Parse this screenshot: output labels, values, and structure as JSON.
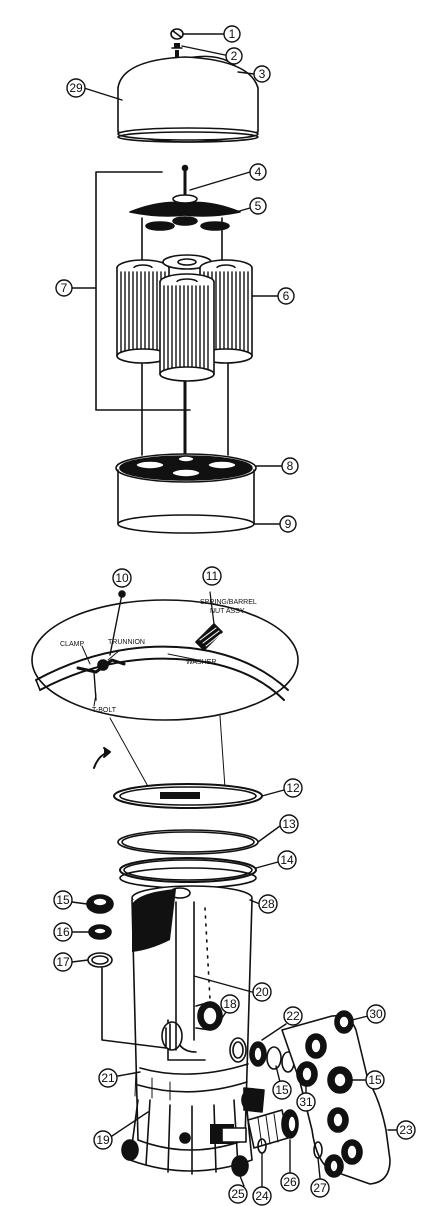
{
  "diagram": {
    "callouts": [
      "1",
      "2",
      "3",
      "4",
      "5",
      "6",
      "7",
      "8",
      "9",
      "10",
      "11",
      "12",
      "13",
      "14",
      "15",
      "16",
      "17",
      "18",
      "19",
      "20",
      "21",
      "22",
      "23",
      "24",
      "25",
      "26",
      "27",
      "28",
      "29",
      "30",
      "31"
    ],
    "callout_extra_15b": "15",
    "callout_extra_15c": "15",
    "detail_labels": {
      "spring": "SPRING/BARREL",
      "nut_assy": "NUT ASSY",
      "clamp": "CLAMP",
      "trunnion": "TRUNNION",
      "t_bolt": "T-BOLT",
      "washer": "WASHER"
    },
    "colors": {
      "ink": "#111111",
      "paper": "#ffffff"
    }
  }
}
